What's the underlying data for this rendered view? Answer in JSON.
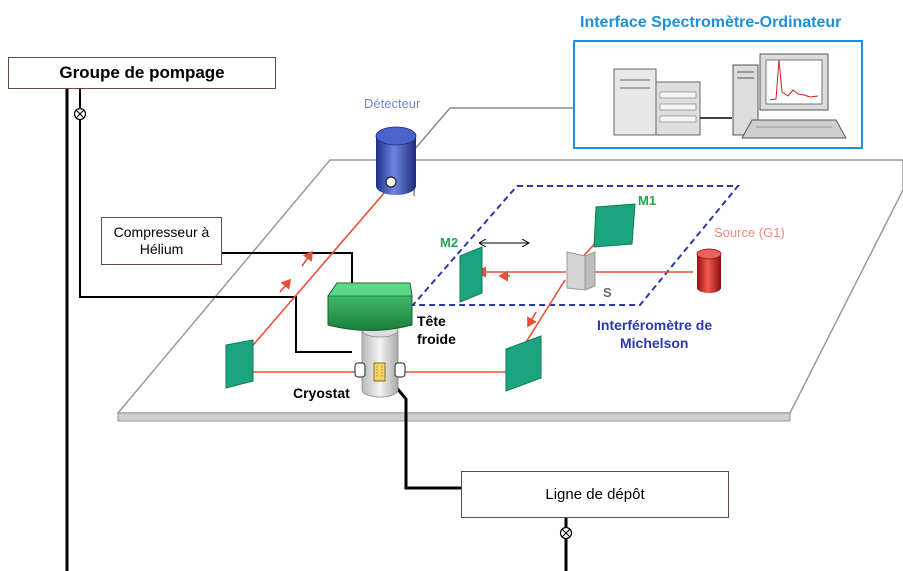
{
  "pumping_group": {
    "label": "Groupe de pompage"
  },
  "interface": {
    "title": "Interface Spectromètre-Ordinateur"
  },
  "detector": {
    "label": "Détecteur"
  },
  "compressor": {
    "label_line1": "Compresseur à",
    "label_line2": "Hélium"
  },
  "cold_head": {
    "label_line1": "Tête",
    "label_line2": "froide"
  },
  "cryostat": {
    "label": "Cryostat"
  },
  "michelson": {
    "label_line1": "Interféromètre de",
    "label_line2": "Michelson",
    "mirror1": "M1",
    "mirror2": "M2",
    "splitter": "S"
  },
  "source": {
    "label": "Source (G1)"
  },
  "deposit_line": {
    "label": "Ligne de dépôt"
  },
  "colors": {
    "title_blue": "#1f8fd6",
    "interferometer_blue": "#2b3aa8",
    "mirror_green": "#1aa57e",
    "green_label": "#22a64a",
    "beam_red": "#e8503a",
    "source_red": "#c81e1e",
    "detector_blue": "#2c3f9c"
  }
}
